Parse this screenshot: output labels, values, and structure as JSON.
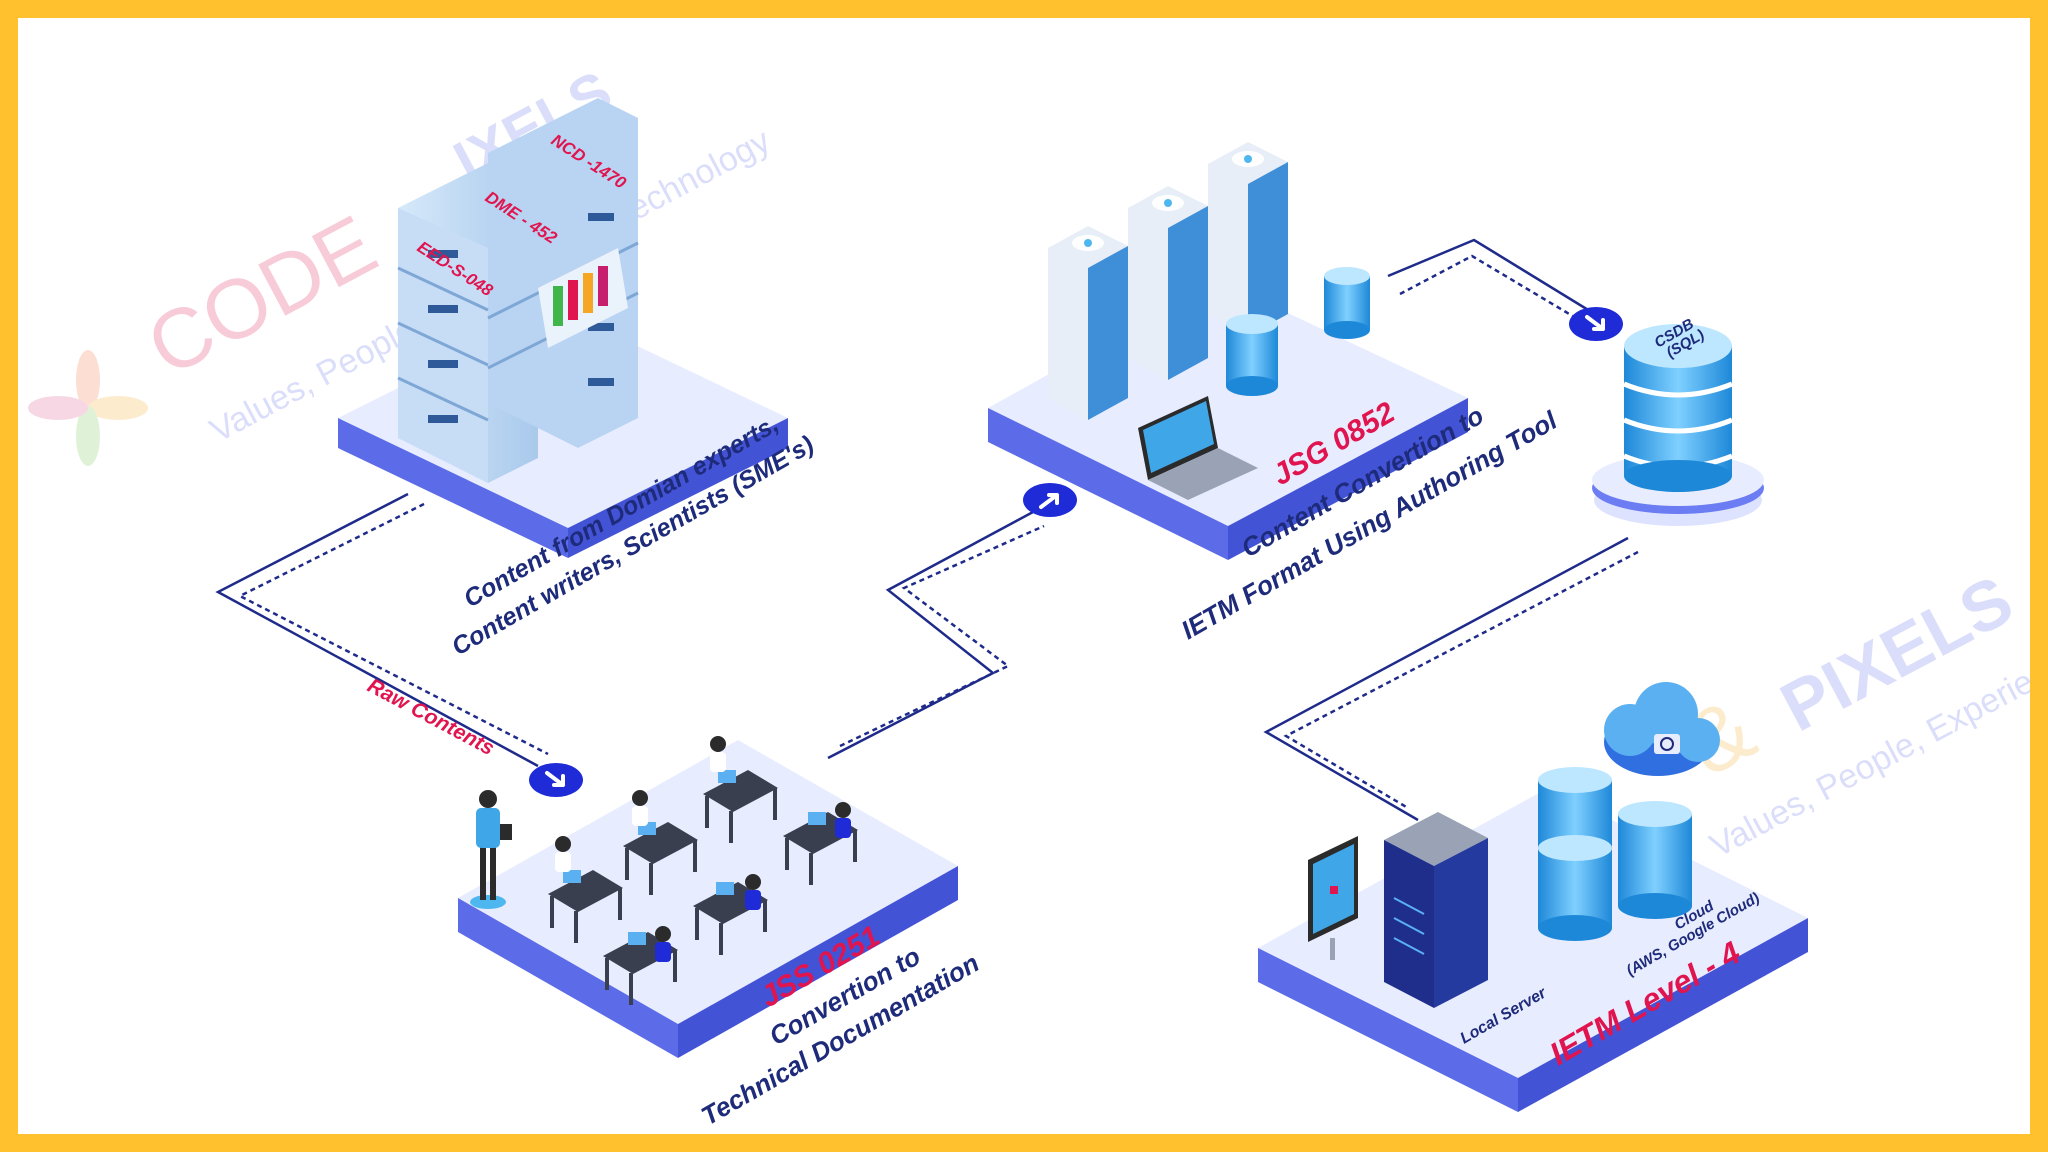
{
  "colors": {
    "frame": "#FFC12E",
    "navy": "#1E2B7A",
    "accent_pink": "#E0154F",
    "platform_top": "#E8ECFF",
    "platform_side": "#5C6BE8",
    "arrow_badge": "#1F2BD6"
  },
  "watermark": {
    "brand_left": "CODE",
    "brand_right": "PIXELS",
    "brand_right_mid": "&",
    "brand_left_tail": "IXELS",
    "tagline_left": "Values, People, Experience & Technology",
    "tagline_right": "Values, People, Experience & Technology"
  },
  "stage1": {
    "drawer_labels": [
      "EED-S-048",
      "DME - 452",
      "NCD -1470"
    ],
    "caption_line1": "Content from Domian experts,",
    "caption_line2": "Content writers, Scientists (SME's)"
  },
  "flow": {
    "raw_label": "Raw Contents"
  },
  "stage2": {
    "code": "JSS 0251",
    "caption_line1": "Convertion to",
    "caption_line2": "Technical Documentation"
  },
  "stage3": {
    "code": "JSG 0852",
    "caption_line1": "Content Convertion to",
    "caption_line2": "IETM Format Using Authoring Tool"
  },
  "database": {
    "line1": "CSDB",
    "line2": "(SQL)"
  },
  "stage4": {
    "title": "IETM Level - 4",
    "local_label": "Local Server",
    "cloud_label": "Cloud",
    "cloud_sub": "(AWS, Google Cloud)"
  },
  "icons": [
    "arrow-down-right-icon",
    "arrow-up-right-icon",
    "cloud-icon",
    "sync-icon",
    "laptop-icon",
    "monitor-icon"
  ]
}
